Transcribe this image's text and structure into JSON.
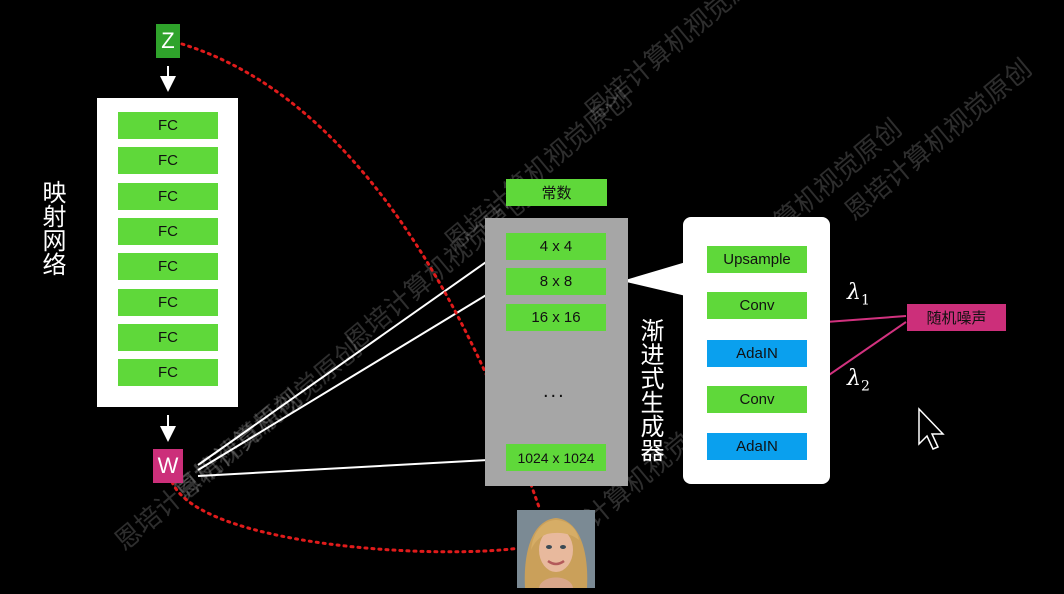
{
  "z_label": "Z",
  "w_label": "W",
  "mapping_network": {
    "title": "映射网络",
    "layers": [
      "FC",
      "FC",
      "FC",
      "FC",
      "FC",
      "FC",
      "FC",
      "FC"
    ]
  },
  "generator": {
    "constant_label": "常数",
    "title": "渐进式生成器",
    "resolutions": [
      "4 x 4",
      "8 x 8",
      "16 x 16"
    ],
    "ellipsis": "...",
    "final_resolution": "1024 x 1024"
  },
  "synthesis_block": {
    "upsample": "Upsample",
    "conv1": "Conv",
    "adain1": "AdaIN",
    "conv2": "Conv",
    "adain2": "AdaIN"
  },
  "noise_label": "随机噪声",
  "lambda1": {
    "symbol": "λ",
    "sub": "1"
  },
  "lambda2": {
    "symbol": "λ",
    "sub": "2"
  },
  "watermark_text": "恩培计算机视觉原创",
  "colors": {
    "background": "#000000",
    "fc_green": "#5fd83a",
    "adain_blue": "#0aa0ee",
    "w_magenta": "#cc2f7a",
    "z_green": "#2fa32b",
    "generator_gray": "#a6a6a6",
    "dotted_red": "#e01b1b"
  }
}
